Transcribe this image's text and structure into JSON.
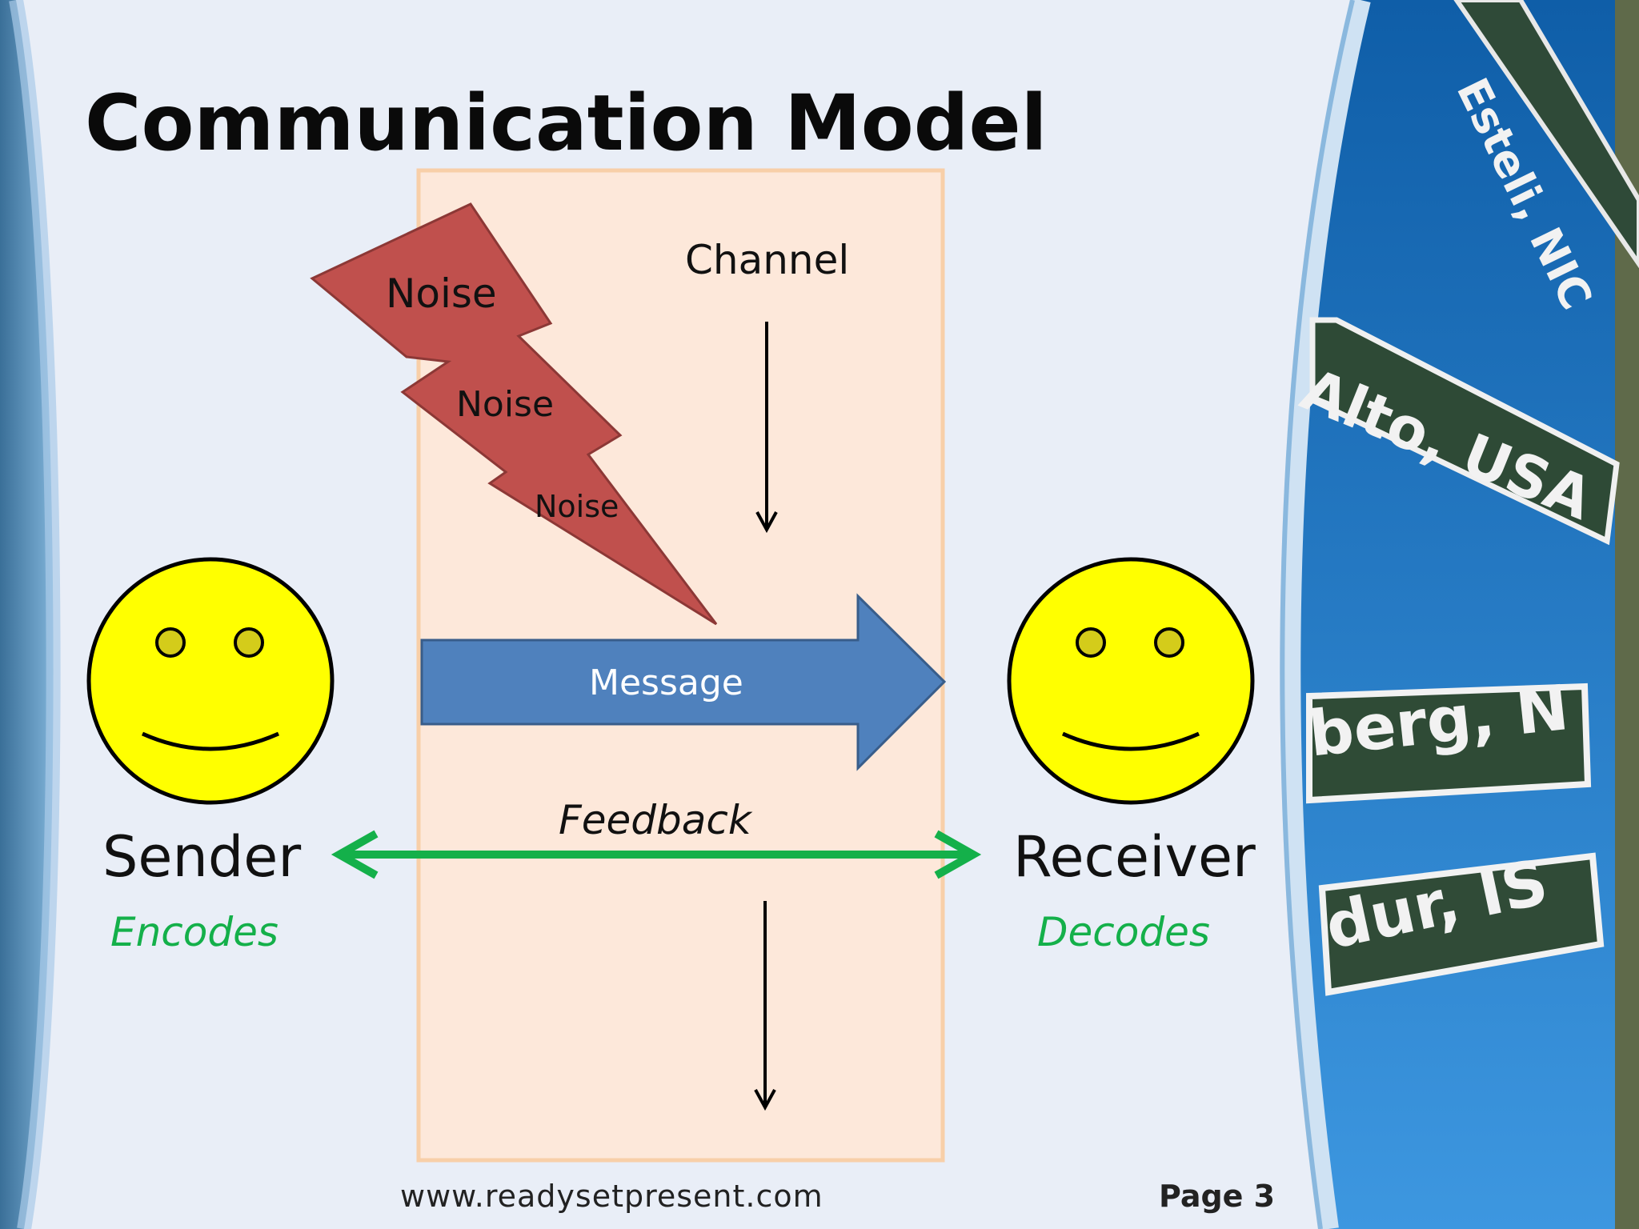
{
  "slide": {
    "title": "Communication Model",
    "colors": {
      "background": "#e9eef7",
      "channel_fill": "#fde8da",
      "channel_border": "#f8cfa8",
      "noise_fill": "#c0504d",
      "message_fill": "#4f81bd",
      "feedback_green": "#14b04a",
      "face_yellow": "#ffff00",
      "sky_blue": "#1b74c4"
    }
  },
  "diagram": {
    "channel_label": "Channel",
    "noise_labels": [
      "Noise",
      "Noise",
      "Noise"
    ],
    "message_label": "Message",
    "feedback_label": "Feedback",
    "sender": {
      "label": "Sender",
      "role": "Encodes",
      "icon": "smiley-face-icon"
    },
    "receiver": {
      "label": "Receiver",
      "role": "Decodes",
      "icon": "smiley-face-icon"
    }
  },
  "background_photo": {
    "signs": [
      "Esteli, NIC",
      "Alto, USA",
      "berg, N",
      "dur, IS"
    ]
  },
  "footer": {
    "url": "www.readysetpresent.com",
    "page": "Page 3"
  }
}
